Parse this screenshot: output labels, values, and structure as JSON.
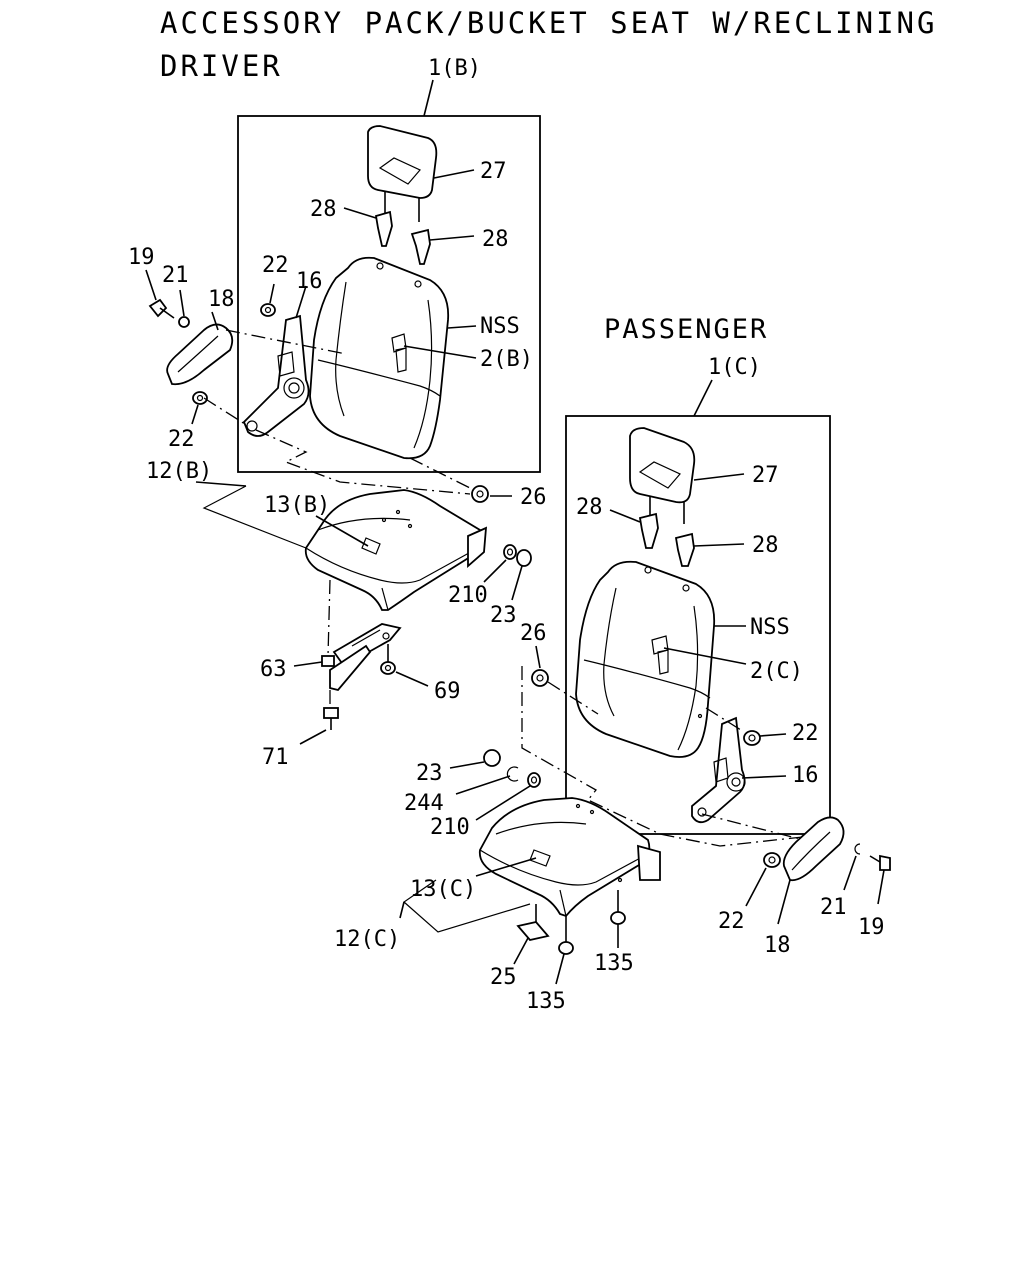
{
  "title": {
    "line1": "ACCESSORY PACK/BUCKET SEAT W/RECLINING",
    "line2": "DRIVER"
  },
  "passenger_heading": "PASSENGER",
  "driver_labels": {
    "assy": "1(B)",
    "headrest": "27",
    "guide_left": "28",
    "guide_right": "28",
    "nss": "NSS",
    "back_cover": "2(B)",
    "screw": "19",
    "washer": "21",
    "cover_knob": "18",
    "nut_upper": "22",
    "recliner": "16",
    "nut_lower": "22",
    "cushion_frame": "12(B)",
    "cushion_cover": "13(B)",
    "bushing": "26",
    "washer_210": "210",
    "cap_23": "23",
    "adjuster": "63",
    "nut_69": "69",
    "bolt_71": "71"
  },
  "passenger_labels": {
    "assy": "1(C)",
    "headrest": "27",
    "guide_left": "28",
    "guide_right": "28",
    "nss": "NSS",
    "back_cover": "2(C)",
    "bushing": "26",
    "nut_upper": "22",
    "recliner": "16",
    "cap_23": "23",
    "washer_244": "244",
    "washer_210": "210",
    "cushion_cover": "13(C)",
    "cushion_frame": "12(C)",
    "nut_lower": "22",
    "cover_knob": "18",
    "washer": "21",
    "screw": "19",
    "bracket": "25",
    "nut_135_left": "135",
    "nut_135_right": "135"
  }
}
